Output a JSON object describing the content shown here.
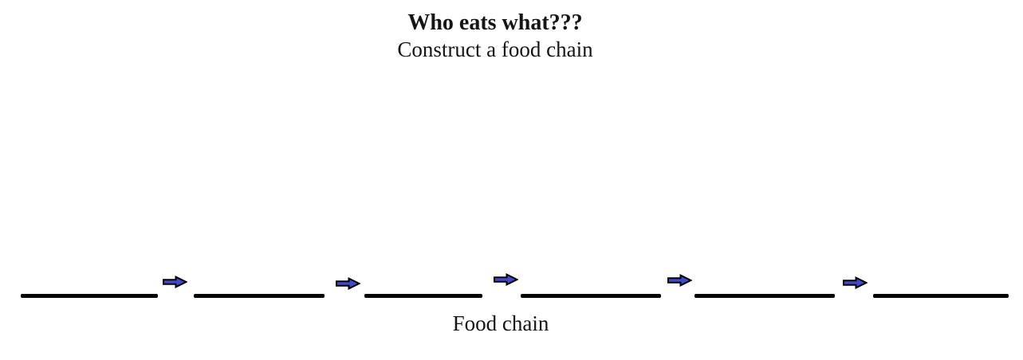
{
  "page": {
    "background": "#ffffff"
  },
  "header": {
    "title": "Who eats what???",
    "subtitle": "Construct a food chain"
  },
  "food_chain": {
    "label": "Food chain",
    "blank_count": 6,
    "arrow_count": 5,
    "blanks": [
      "",
      "",
      "",
      "",
      "",
      ""
    ],
    "arrow_icon": "right-block-arrow",
    "arrow_fill": "#4249C8",
    "arrow_outline": "#000000",
    "line_color": "#000000"
  }
}
